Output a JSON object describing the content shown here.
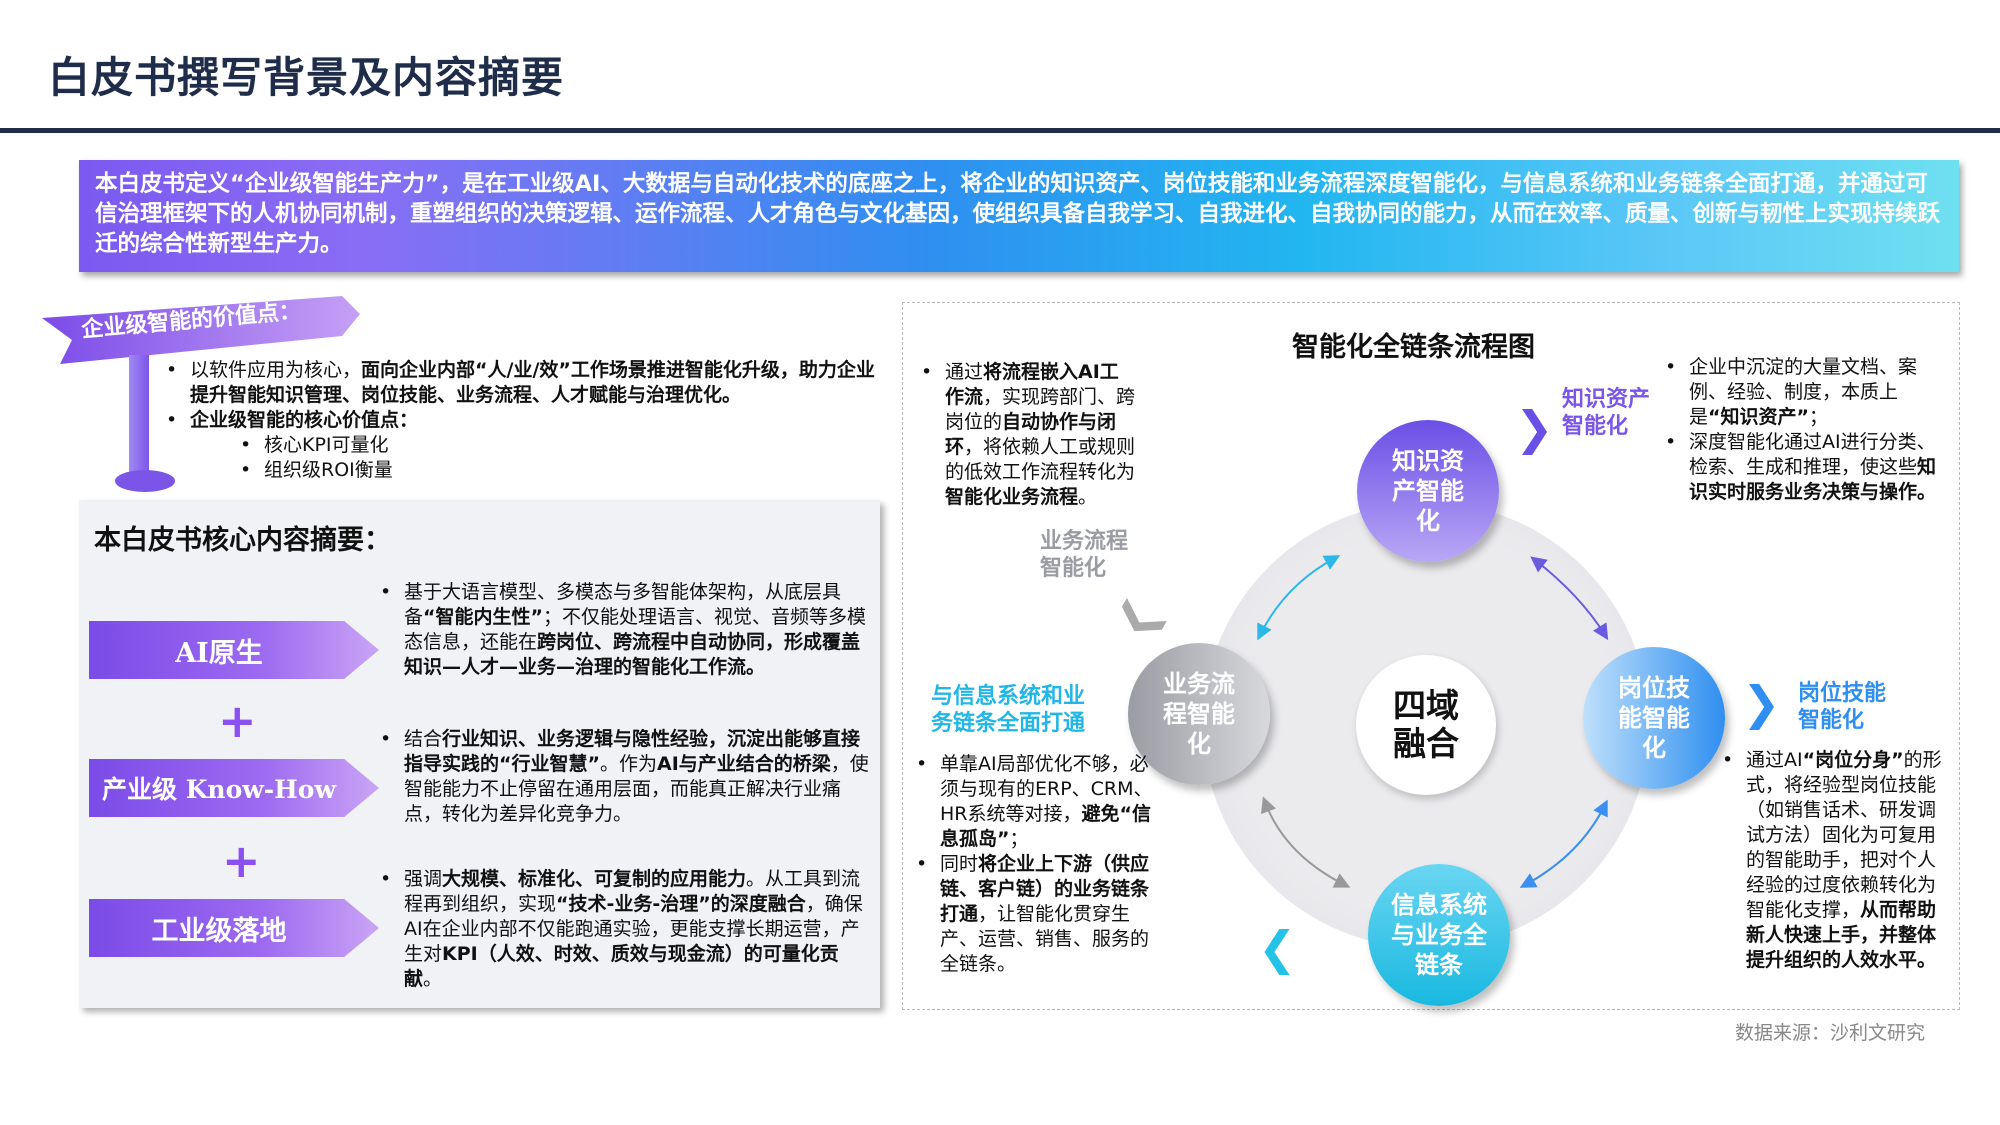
{
  "title": "白皮书撰写背景及内容摘要",
  "banner": "本白皮书定义“企业级智能生产力”，是在工业级AI、大数据与自动化技术的底座之上，将企业的知识资产、岗位技能和业务流程深度智能化，与信息系统和业务链条全面打通，并通过可信治理框架下的人机协同机制，重塑组织的决策逻辑、运作流程、人才角色与文化基因，使组织具备自我学习、自我进化、自我协同的能力，从而在效率、质量、创新与韧性上实现持续跃迁的综合性新型生产力。",
  "value_points": {
    "ribbon": "企业级智能的价值点：",
    "bullets": [
      [
        {
          "t": "以软件应用为核心，"
        },
        {
          "t": "面向企业内部“人/业/效”工作场景推进智能化升级，助力企业提升智能知识管理、岗位技能、业务流程、人才赋能与治理优化。",
          "b": 1
        }
      ],
      [
        {
          "t": "企业级智能的核心价值点：",
          "b": 1
        }
      ]
    ],
    "sub_bullets": [
      "核心KPI可量化",
      "组织级ROI衡量"
    ]
  },
  "summary": {
    "title": "本白皮书核心内容摘要：",
    "items": [
      {
        "label": "AI原生",
        "desc": [
          {
            "t": "基于大语言模型、多模态与多智能体架构，从底层具备"
          },
          {
            "t": "“智能内生性”",
            "b": 1
          },
          {
            "t": "；不仅能处理语言、视觉、音频等多模态信息，还能在"
          },
          {
            "t": "跨岗位、跨流程中自动协同，形成覆盖知识—人才—业务—治理的智能化工作流。",
            "b": 1
          }
        ]
      },
      {
        "label": "产业级 Know-How",
        "desc": [
          {
            "t": "结合"
          },
          {
            "t": "行业知识、业务逻辑与隐性经验，沉淀出能够直接指导实践的“行业智慧”",
            "b": 1
          },
          {
            "t": "。作为"
          },
          {
            "t": "AI与产业结合的桥梁",
            "b": 1
          },
          {
            "t": "，使智能能力不止停留在通用层面，而能真正解决行业痛点，转化为差异化竞争力。"
          }
        ]
      },
      {
        "label": "工业级落地",
        "desc": [
          {
            "t": "强调"
          },
          {
            "t": "大规模、标准化、可复制的应用能力",
            "b": 1
          },
          {
            "t": "。从工具到流程再到组织，实现"
          },
          {
            "t": "“技术-业务-治理”的深度融合",
            "b": 1
          },
          {
            "t": "，确保AI在企业内部不仅能跑通实验，更能支撑长期运营，产生对"
          },
          {
            "t": "KPI（人效、时效、质效与现金流）的可量化贡献",
            "b": 1
          },
          {
            "t": "。"
          }
        ]
      }
    ],
    "plus": "+"
  },
  "flow": {
    "title": "智能化全链条流程图",
    "center": "四域融合",
    "nodes": {
      "knowledge": "知识资产智能化",
      "position": "岗位技能智能化",
      "system": "信息系统与业务全链条",
      "process": "业务流程智能化"
    },
    "labels": {
      "knowledge": "知识资产智能化",
      "position": "岗位技能智能化",
      "system": "与信息系统和业务链条全面打通",
      "process": "业务流程智能化"
    },
    "notes": {
      "process": [
        [
          {
            "t": "通过"
          },
          {
            "t": "将流程嵌入AI工作流",
            "b": 1
          },
          {
            "t": "，实现跨部门、跨岗位的"
          },
          {
            "t": "自动协作与闭环",
            "b": 1
          },
          {
            "t": "，将依赖人工或规则的低效工作流程转化为"
          },
          {
            "t": "智能化业务流程",
            "b": 1
          },
          {
            "t": "。"
          }
        ]
      ],
      "knowledge": [
        [
          {
            "t": "企业中沉淀的大量文档、案例、经验、制度，本质上是"
          },
          {
            "t": "“知识资产”",
            "b": 1
          },
          {
            "t": "；"
          }
        ],
        [
          {
            "t": "深度智能化通过AI进行分类、检索、生成和推理，使这些"
          },
          {
            "t": "知识实时服务业务决策与操作。",
            "b": 1
          }
        ]
      ],
      "system": [
        [
          {
            "t": "单靠AI局部优化不够，必须与现有的ERP、CRM、HR系统等对接，"
          },
          {
            "t": "避免“信息孤岛”",
            "b": 1
          },
          {
            "t": "；"
          }
        ],
        [
          {
            "t": "同时"
          },
          {
            "t": "将企业上下游（供应链、客户链）的业务链条打通",
            "b": 1
          },
          {
            "t": "，让智能化贯穿生产、运营、销售、服务的全链条。"
          }
        ]
      ],
      "position": [
        [
          {
            "t": "通过AI"
          },
          {
            "t": "“岗位分身”",
            "b": 1
          },
          {
            "t": "的形式，将经验型岗位技能（如销售话术、研发调试方法）固化为可复用的智能助手，把对个人经验的过度依赖转化为智能化支撑，"
          },
          {
            "t": "从而帮助新人快速上手，并整体提升组织的人效水平。",
            "b": 1
          }
        ]
      ]
    }
  },
  "source": "数据来源：沙利文研究",
  "colors": {
    "navy": "#1f2d4a",
    "purple": "#7b55e8",
    "blue": "#2f8ff0",
    "cyan": "#22c3e6",
    "gray": "#9a9ca3"
  }
}
